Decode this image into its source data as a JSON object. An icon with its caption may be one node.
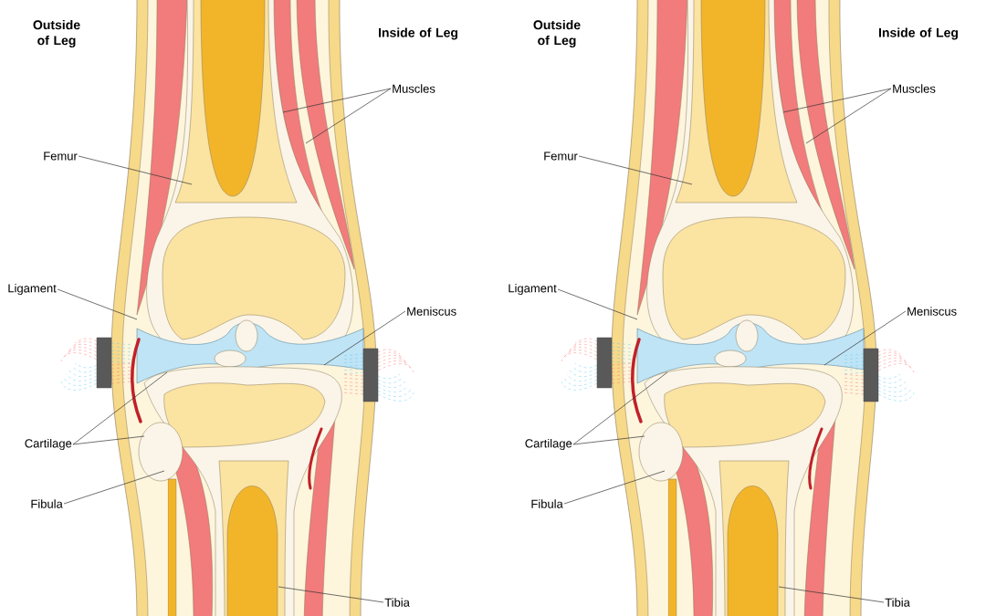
{
  "diagram": {
    "nodes": [
      {
        "text": [
          "Muscles"
        ]
      },
      {
        "text": [
          "Femur"
        ]
      },
      {
        "text": [
          "Ligament"
        ]
      },
      {
        "text": [
          "Meniscus"
        ]
      },
      {
        "text": [
          "Cartilage"
        ]
      },
      {
        "text": [
          "Fibula"
        ]
      },
      {
        "text": [
          "Tibia"
        ]
      },
      {
        "text": [
          "Muscles"
        ]
      },
      {
        "text": [
          "Femur"
        ]
      },
      {
        "text": [
          "Ligament"
        ]
      },
      {
        "text": [
          "Meniscus"
        ]
      },
      {
        "text": [
          "Cartilage"
        ]
      },
      {
        "text": [
          "Fibula"
        ]
      },
      {
        "text": [
          "Tibia"
        ]
      }
    ],
    "edges": [
      {
        "from": 0,
        "to": null,
        "arrow": "none"
      },
      {
        "from": 0,
        "to": null,
        "arrow": "none"
      },
      {
        "from": 1,
        "to": null,
        "arrow": "none"
      },
      {
        "from": 2,
        "to": null,
        "arrow": "none"
      },
      {
        "from": 3,
        "to": null,
        "arrow": "none"
      },
      {
        "from": 4,
        "to": null,
        "arrow": "none"
      },
      {
        "from": 4,
        "to": null,
        "arrow": "none"
      },
      {
        "from": 5,
        "to": null,
        "arrow": "none"
      },
      {
        "from": 6,
        "to": null,
        "arrow": "none"
      },
      {
        "from": 7,
        "to": null,
        "arrow": "none"
      },
      {
        "from": 7,
        "to": null,
        "arrow": "none"
      },
      {
        "from": 8,
        "to": null,
        "arrow": "none"
      },
      {
        "from": 9,
        "to": null,
        "arrow": "none"
      },
      {
        "from": 10,
        "to": null,
        "arrow": "none"
      },
      {
        "from": 11,
        "to": null,
        "arrow": "none"
      },
      {
        "from": 11,
        "to": null,
        "arrow": "none"
      },
      {
        "from": 12,
        "to": null,
        "arrow": "none"
      },
      {
        "from": 13,
        "to": null,
        "arrow": "none"
      }
    ],
    "labels": [
      "Outside of Leg",
      "Inside of Leg",
      "Outside of Leg",
      "Inside of Leg"
    ]
  }
}
